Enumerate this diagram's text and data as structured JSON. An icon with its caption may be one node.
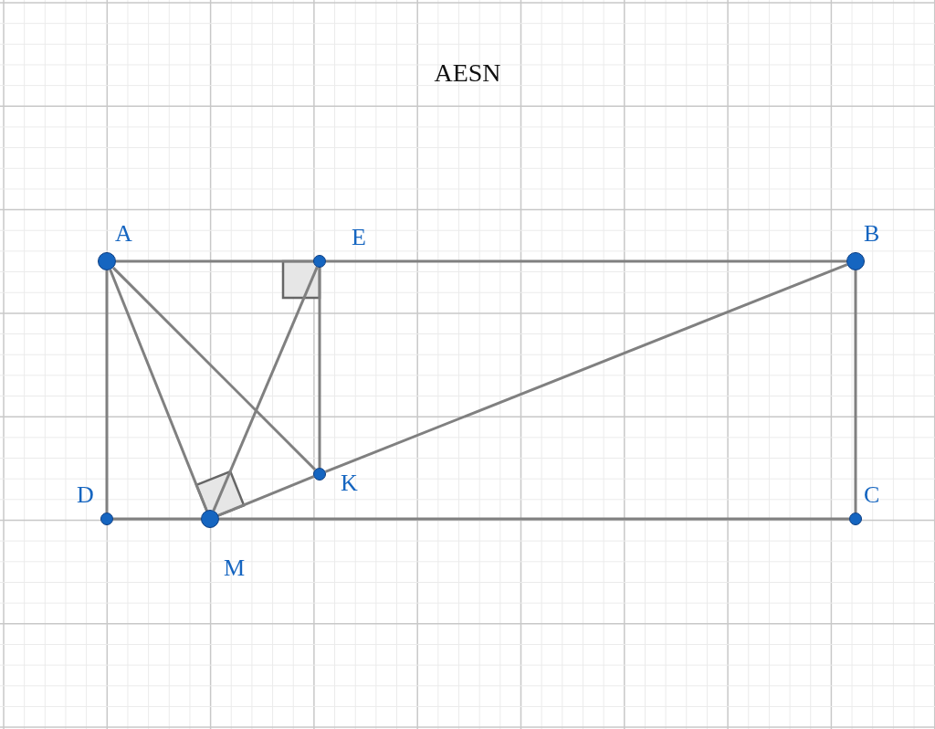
{
  "diagram": {
    "title": "AESN",
    "nodes": [
      {
        "text": [
          "A"
        ]
      },
      {
        "text": [
          "E"
        ]
      },
      {
        "text": [
          "B"
        ]
      },
      {
        "text": [
          "D"
        ]
      },
      {
        "text": [
          "M"
        ]
      },
      {
        "text": [
          "C"
        ]
      },
      {
        "text": [
          "K"
        ]
      }
    ],
    "edges": [
      {
        "from": 0,
        "to": 1,
        "arrow": "none"
      },
      {
        "from": 1,
        "to": 2,
        "arrow": "none"
      },
      {
        "from": 2,
        "to": 5,
        "arrow": "none"
      },
      {
        "from": 5,
        "to": 4,
        "arrow": "none"
      },
      {
        "from": 4,
        "to": 3,
        "arrow": "none"
      },
      {
        "from": 3,
        "to": 0,
        "arrow": "none"
      },
      {
        "from": 0,
        "to": 4,
        "arrow": "none"
      },
      {
        "from": 0,
        "to": 6,
        "arrow": "none"
      },
      {
        "from": 1,
        "to": 4,
        "arrow": "none"
      },
      {
        "from": 1,
        "to": 6,
        "arrow": "none"
      },
      {
        "from": 4,
        "to": 6,
        "arrow": "none"
      },
      {
        "from": 6,
        "to": 2,
        "arrow": "none"
      }
    ]
  }
}
